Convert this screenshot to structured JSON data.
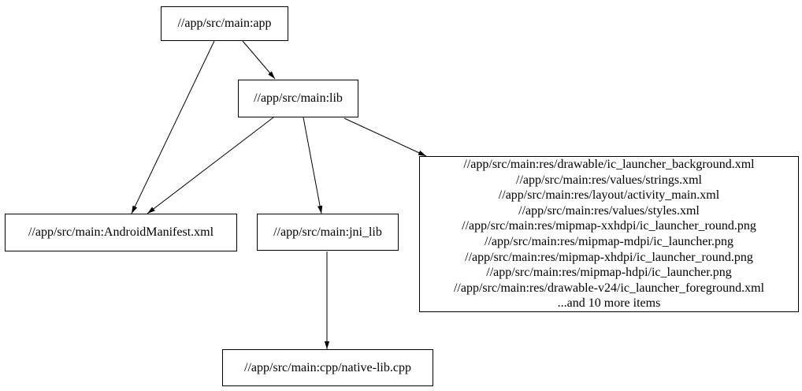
{
  "graph": {
    "background_color": "#ffffff",
    "stroke_color": "#000000",
    "nodes": {
      "app": {
        "label": "//app/src/main:app"
      },
      "lib": {
        "label": "//app/src/main:lib"
      },
      "android_manifest": {
        "label": "//app/src/main:AndroidManifest.xml"
      },
      "jni_lib": {
        "label": "//app/src/main:jni_lib"
      },
      "resources": {
        "lines": [
          "//app/src/main:res/drawable/ic_launcher_background.xml",
          "//app/src/main:res/values/strings.xml",
          "//app/src/main:res/layout/activity_main.xml",
          "//app/src/main:res/values/styles.xml",
          "//app/src/main:res/mipmap-xxhdpi/ic_launcher_round.png",
          "//app/src/main:res/mipmap-mdpi/ic_launcher.png",
          "//app/src/main:res/mipmap-xhdpi/ic_launcher_round.png",
          "//app/src/main:res/mipmap-hdpi/ic_launcher.png",
          "//app/src/main:res/drawable-v24/ic_launcher_foreground.xml",
          "...and 10 more items"
        ]
      },
      "native_lib": {
        "label": "//app/src/main:cpp/native-lib.cpp"
      }
    },
    "edges": [
      {
        "from": "app",
        "to": "lib"
      },
      {
        "from": "app",
        "to": "android_manifest"
      },
      {
        "from": "lib",
        "to": "android_manifest"
      },
      {
        "from": "lib",
        "to": "jni_lib"
      },
      {
        "from": "lib",
        "to": "resources"
      },
      {
        "from": "jni_lib",
        "to": "native_lib"
      }
    ]
  }
}
